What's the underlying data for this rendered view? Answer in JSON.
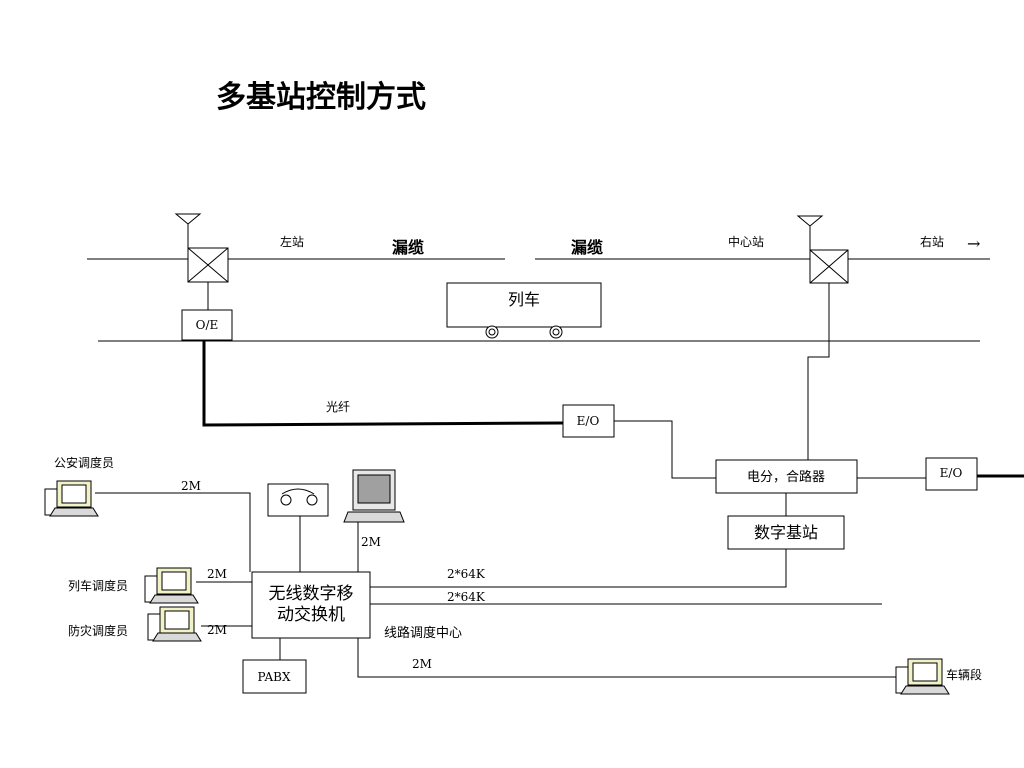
{
  "title": "多基站控制方式",
  "labels": {
    "left_station": "左站",
    "leaky_cable_1": "漏缆",
    "leaky_cable_2": "漏缆",
    "center_station": "中心站",
    "right_station": "右站",
    "arrow": "→",
    "train": "列车",
    "oe": "O/E",
    "fiber": "光纤",
    "eo_mid": "E/O",
    "eo_right": "E/O",
    "splitter": "电分，合路器",
    "base_station": "数字基站",
    "switch_line1": "无线数字移",
    "switch_line2": "动交换机",
    "pabx": "PABX",
    "line_center": "线路调度中心",
    "police": "公安调度员",
    "train_dispatcher": "列车调度员",
    "disaster_dispatcher": "防灾调度员",
    "depot": "车辆段",
    "link_police": "2M",
    "link_train": "2M",
    "link_disaster": "2M",
    "link_laptop": "2M",
    "link_depot": "2M",
    "link_64k_1": "2*64K",
    "link_64k_2": "2*64K"
  },
  "icons": {
    "antenna": "antenna-icon",
    "coupler": "coupler-icon",
    "wheel": "wheel-icon",
    "workstation": "computer-icon",
    "laptop": "laptop-icon",
    "telephone": "telephone-icon"
  }
}
